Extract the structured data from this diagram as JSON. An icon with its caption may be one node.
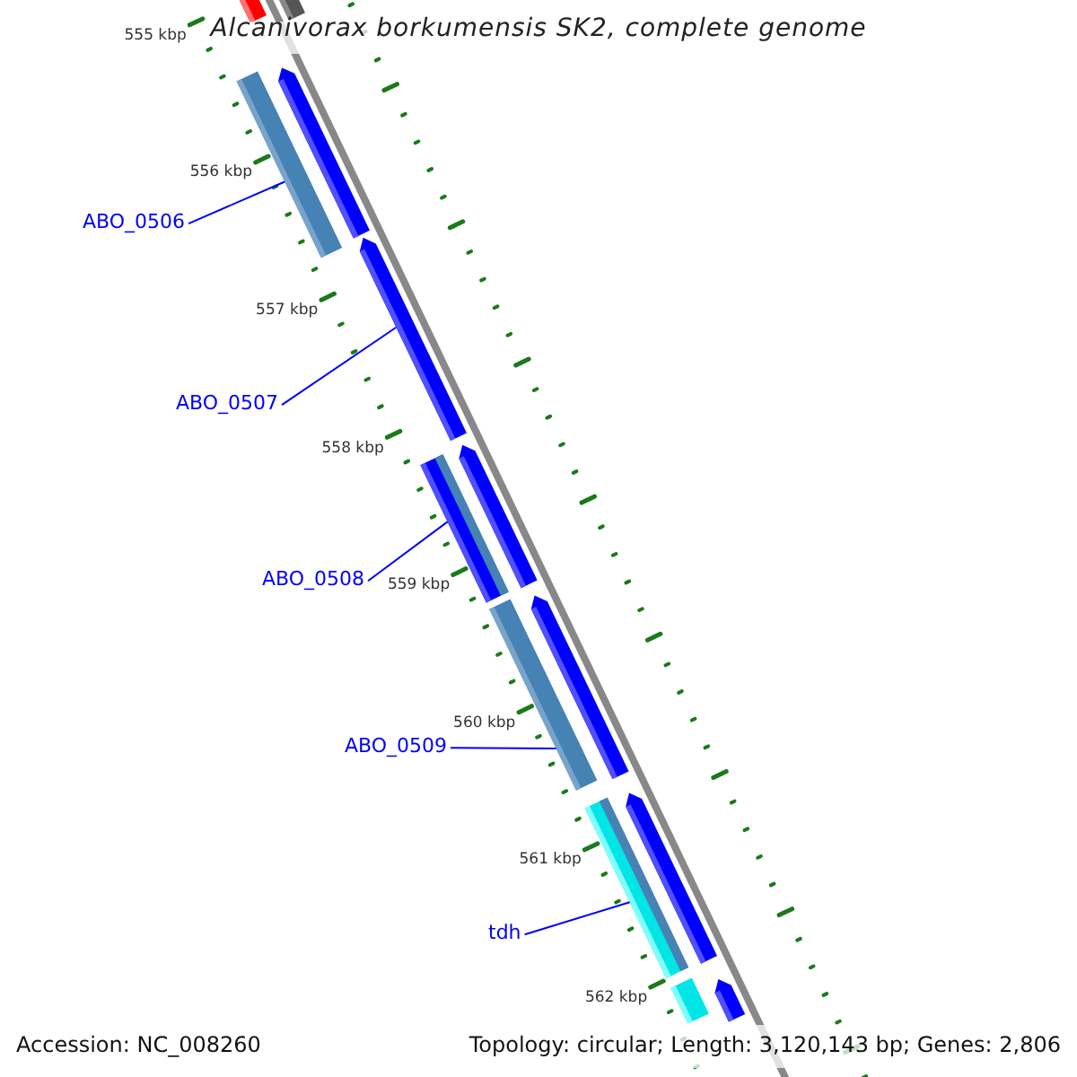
{
  "diagram": {
    "title": "Alcanivorax borkumensis SK2, complete genome",
    "nodes": [
      {
        "text": [
          "ABO_0506"
        ]
      },
      {
        "text": [
          "ABO_0507"
        ]
      },
      {
        "text": [
          "ABO_0508"
        ]
      },
      {
        "text": [
          "ABO_0509"
        ]
      },
      {
        "text": [
          "tdh"
        ]
      },
      {
        "text": [],
        "shape": "bar"
      },
      {
        "text": [],
        "shape": "bar"
      },
      {
        "text": [],
        "shape": "bar"
      },
      {
        "text": [],
        "shape": "bar"
      },
      {
        "text": [],
        "shape": "bar"
      },
      {
        "text": [],
        "shape": "bar"
      },
      {
        "text": [],
        "shape": "bar"
      },
      {
        "text": [],
        "shape": "bar"
      },
      {
        "text": [],
        "shape": "bar"
      },
      {
        "text": [],
        "shape": "bar"
      },
      {
        "text": [],
        "shape": "bar"
      },
      {
        "text": [],
        "shape": "bar"
      },
      {
        "text": [],
        "shape": "bar"
      }
    ],
    "edges": [
      {
        "from": 0,
        "to": 7,
        "arrow": "none"
      },
      {
        "from": 1,
        "to": 9,
        "arrow": "none"
      },
      {
        "from": 2,
        "to": 10,
        "arrow": "none"
      },
      {
        "from": 3,
        "to": 12,
        "arrow": "none"
      },
      {
        "from": 4,
        "to": 14,
        "arrow": "none"
      }
    ],
    "labels": [
      "555 kbp",
      "556 kbp",
      "557 kbp",
      "558 kbp",
      "559 kbp",
      "560 kbp",
      "561 kbp",
      "562 kbp",
      "Accession: NC_008260",
      "Topology: circular; Length: 3,120,143 bp; Genes: 2,806"
    ]
  }
}
